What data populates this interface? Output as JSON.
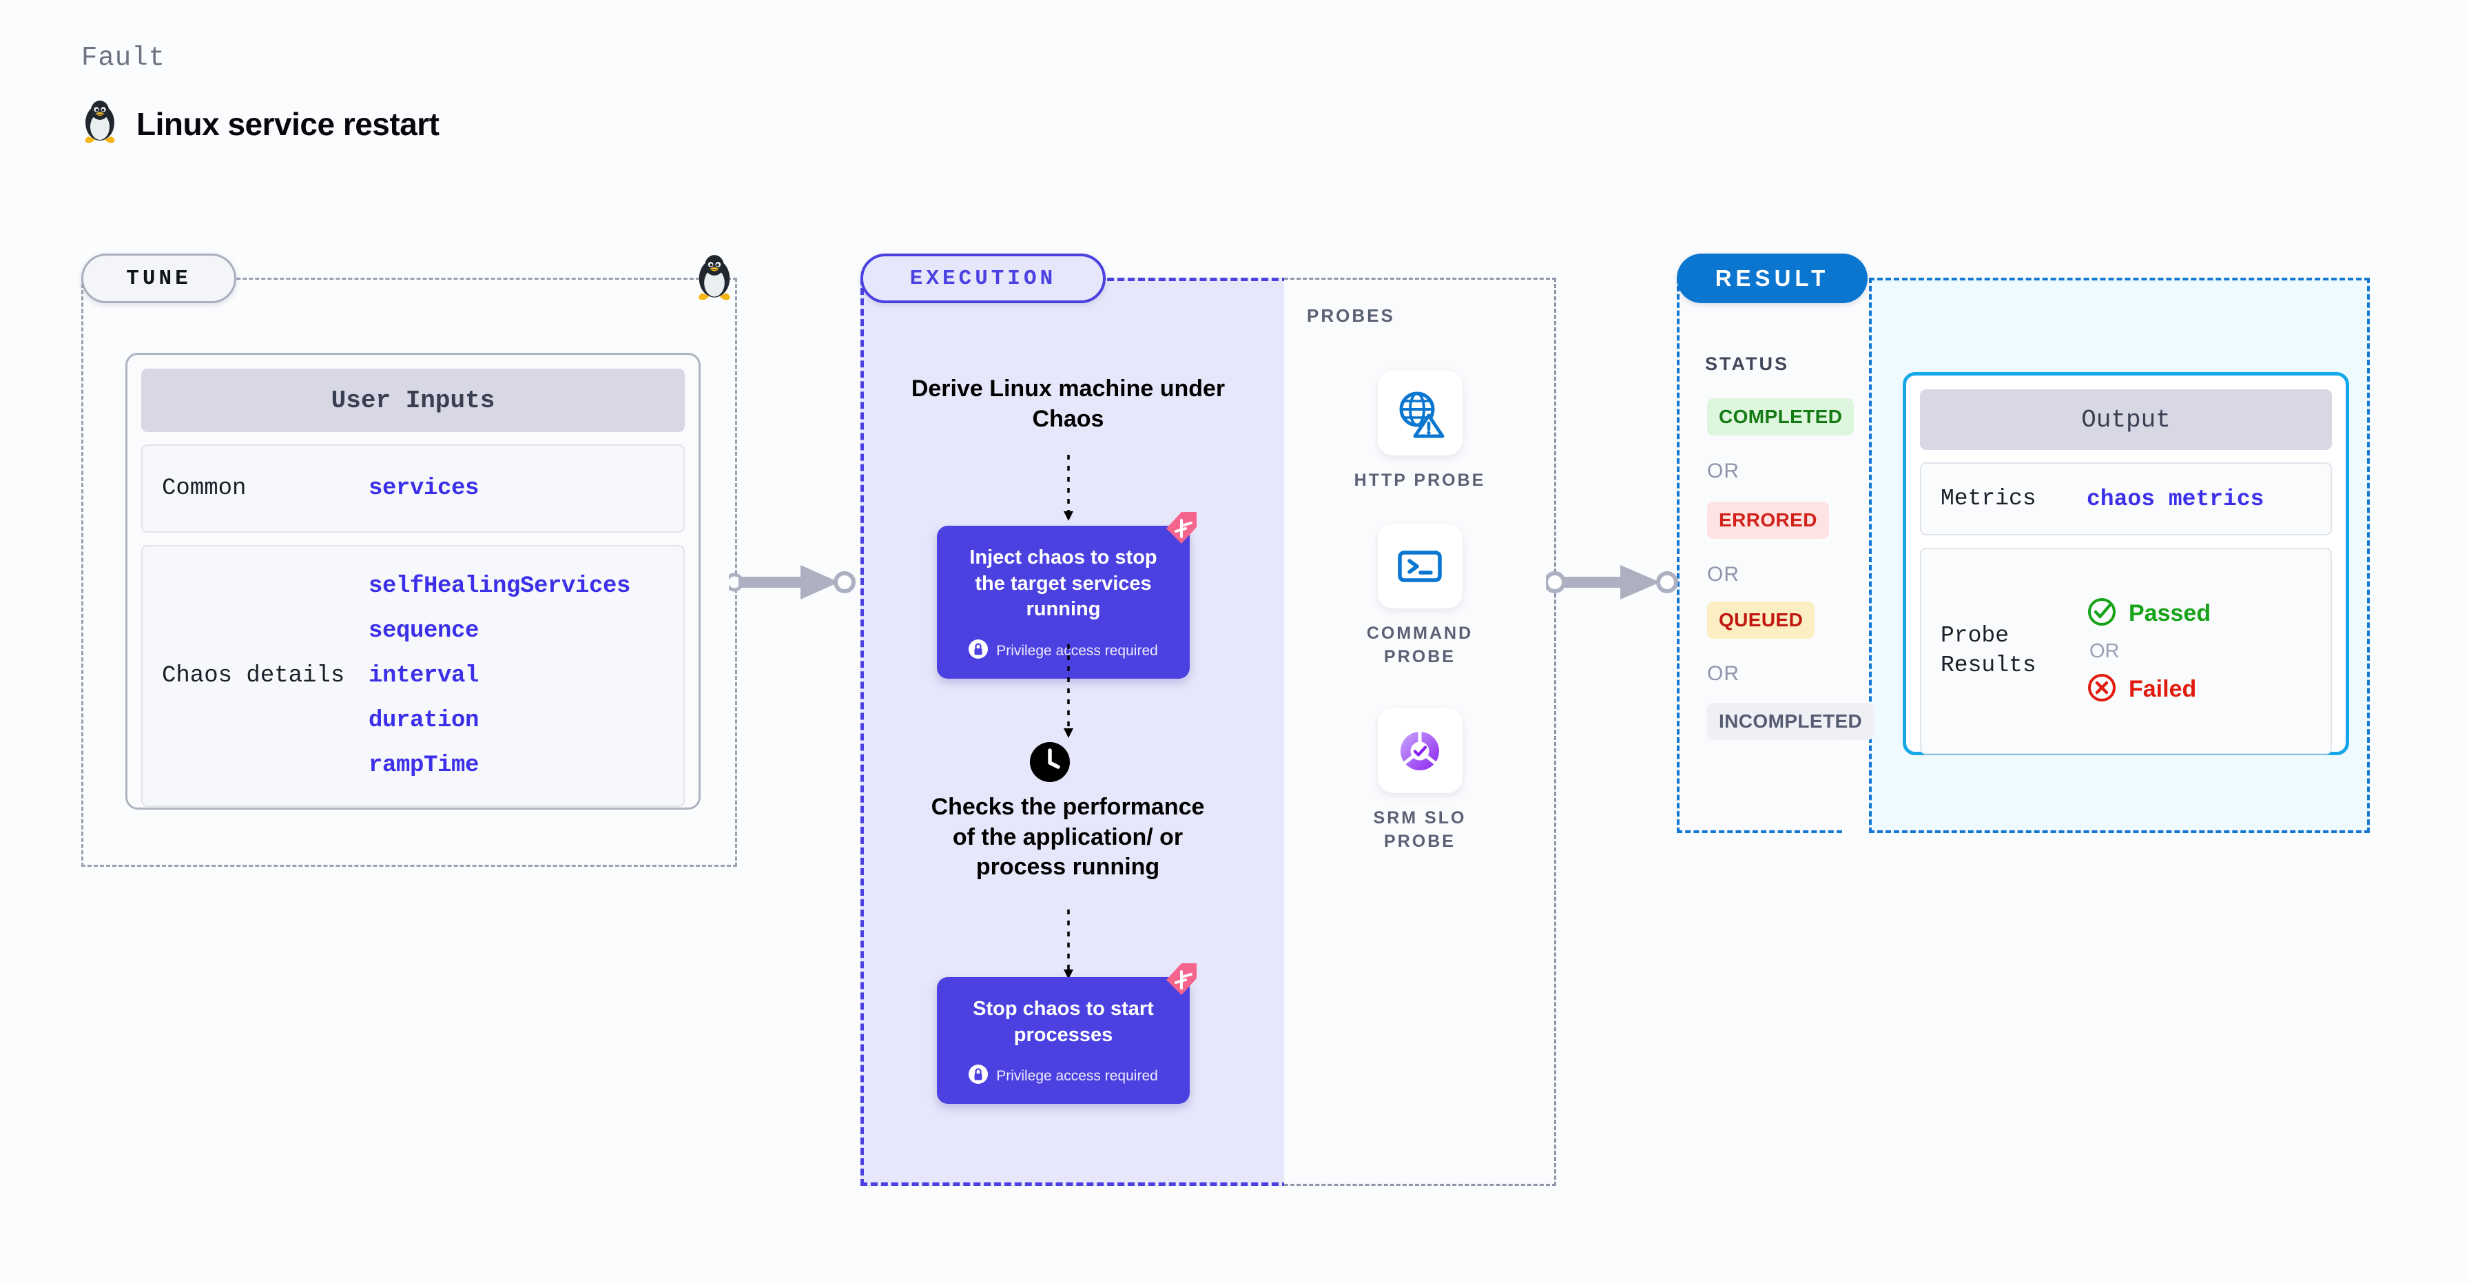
{
  "header": {
    "eyebrow": "Fault",
    "title": "Linux service restart",
    "logo_icon": "tux-penguin-icon"
  },
  "tune": {
    "badge": "TUNE",
    "marker_icon": "tux-penguin-icon",
    "card_title": "User Inputs",
    "groups": [
      {
        "label": "Common",
        "values": [
          "services"
        ]
      },
      {
        "label": "Chaos details",
        "values": [
          "selfHealingServices",
          "sequence",
          "interval",
          "duration",
          "rampTime"
        ]
      }
    ]
  },
  "execution": {
    "badge": "EXECUTION",
    "step_derive": "Derive Linux machine under Chaos",
    "card_inject": {
      "title": "Inject chaos to stop the target services running",
      "privilege": "Privilege access required",
      "lock_icon": "lock-icon",
      "ribbon_icon": "harness-ribbon-icon"
    },
    "step_checks": "Checks the performance of the application/ or process running",
    "clock_icon": "clock-icon",
    "card_stop": {
      "title": "Stop chaos to start processes",
      "privilege": "Privilege access required",
      "lock_icon": "lock-icon",
      "ribbon_icon": "harness-ribbon-icon"
    }
  },
  "probes": {
    "label": "PROBES",
    "items": [
      {
        "name": "HTTP PROBE",
        "icon": "globe-warning-icon"
      },
      {
        "name": "COMMAND PROBE",
        "icon": "terminal-icon"
      },
      {
        "name": "SRM SLO PROBE",
        "icon": "slo-gauge-check-icon"
      }
    ]
  },
  "result": {
    "badge": "RESULT",
    "status_label": "STATUS",
    "or_label": "OR",
    "statuses": [
      {
        "label": "COMPLETED",
        "bg": "#ddf6dd",
        "color": "#147a14"
      },
      {
        "label": "ERRORED",
        "bg": "#fde4e2",
        "color": "#d1211a"
      },
      {
        "label": "QUEUED",
        "bg": "#fceec3",
        "color": "#bf1710"
      },
      {
        "label": "INCOMPLETED",
        "bg": "#eff0f5",
        "color": "#555c72"
      }
    ]
  },
  "output": {
    "card_title": "Output",
    "metrics_label": "Metrics",
    "metrics_value": "chaos metrics",
    "probe_results_label": "Probe Results",
    "passed_label": "Passed",
    "failed_label": "Failed",
    "or_label": "OR",
    "passed_icon": "check-circle-icon",
    "failed_icon": "x-circle-icon"
  },
  "colors": {
    "accent_purple": "#4b41e0",
    "accent_blue": "#0b76d0",
    "cyan_border": "#16a7e8",
    "ribbon_pink": "#f5648c",
    "page_bg": "#fbfcfd"
  }
}
